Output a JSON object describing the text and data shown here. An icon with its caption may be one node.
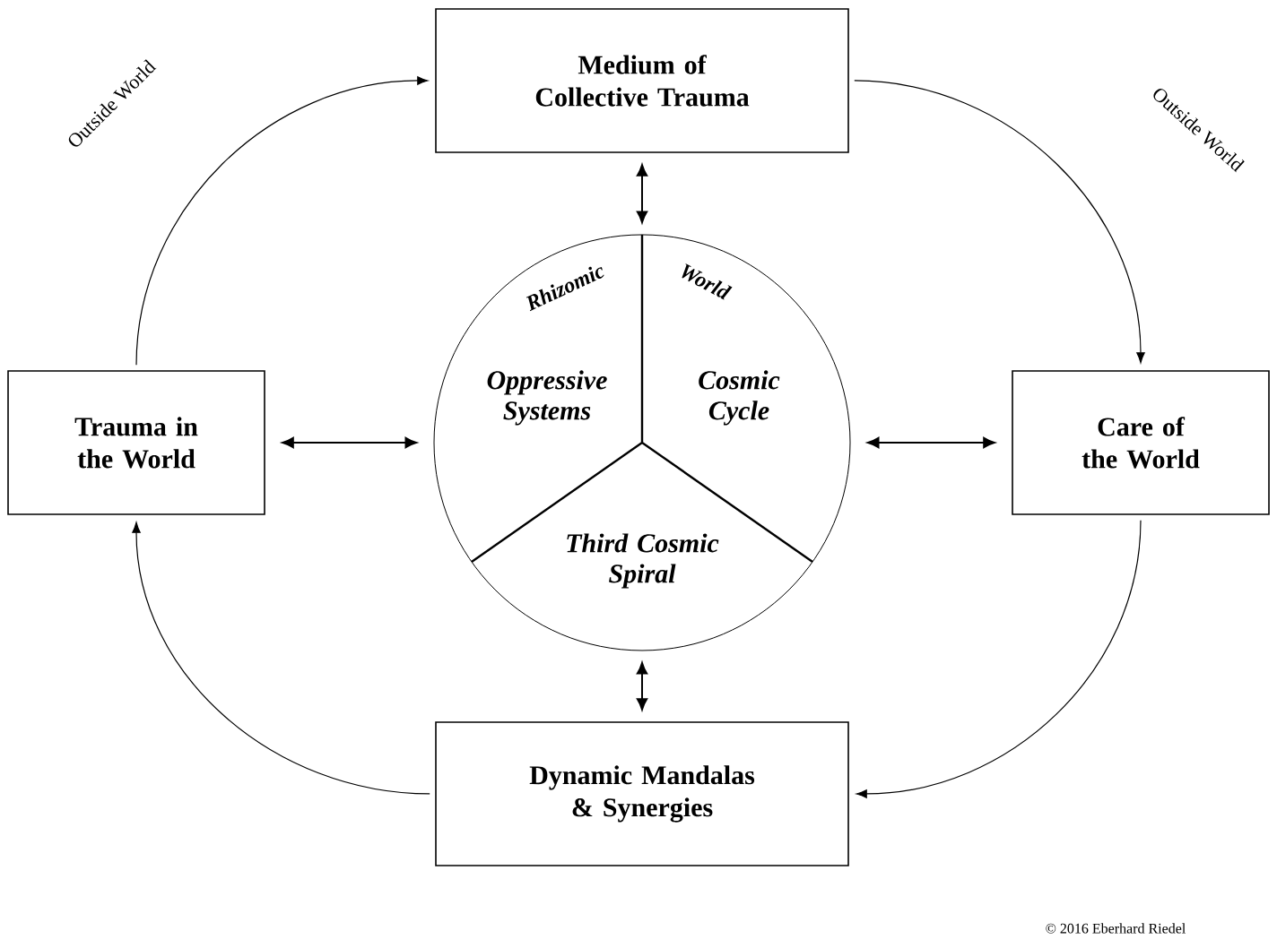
{
  "diagram": {
    "nodes": [
      {
        "text": [
          "Medium of Collective Trauma"
        ]
      },
      {
        "text": [
          "Trauma in the World"
        ]
      },
      {
        "text": [
          "Rhizomic",
          "World",
          "Oppressive Systems",
          "Cosmic Cycle",
          "Third Cosmic Spiral"
        ]
      },
      {
        "text": [
          "Care of the World"
        ]
      },
      {
        "text": [
          "Dynamic Mandalas & Synergies"
        ]
      }
    ],
    "edges": [
      {
        "from": 0,
        "to": 2,
        "arrow": "both"
      },
      {
        "from": 1,
        "to": 2,
        "arrow": "both"
      },
      {
        "from": 2,
        "to": 3,
        "arrow": "both"
      },
      {
        "from": 2,
        "to": 4,
        "arrow": "both"
      },
      {
        "from": 1,
        "to": 0,
        "arrow": "to"
      },
      {
        "from": 0,
        "to": 3,
        "arrow": "to"
      },
      {
        "from": 3,
        "to": 4,
        "arrow": "to"
      },
      {
        "from": 4,
        "to": 1,
        "arrow": "to"
      }
    ],
    "labels": [
      "Outside World",
      "Outside World",
      "© 2016 Eberhard Riedel"
    ]
  }
}
